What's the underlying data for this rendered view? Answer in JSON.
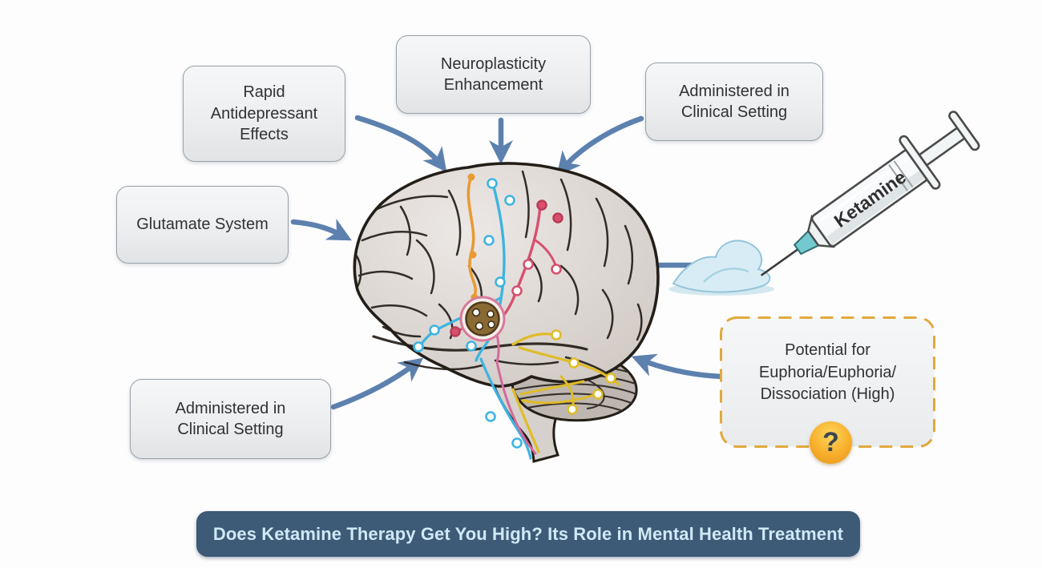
{
  "canvas": {
    "background": "#fdfdfe"
  },
  "palette": {
    "arrow": "#5d81ae",
    "box_border": "#96a0a8",
    "box_text": "#313134",
    "dashed_box_border": "#e1a93d",
    "question_badge": "#f6a821",
    "title_bar_background": "#3d5a77",
    "title_bar_text": "#cfe9f6",
    "brain_fill": "#d7d1cd",
    "brain_outline": "#241e18",
    "pathway_orange": "#e89a33",
    "pathway_cyan": "#3eb4e0",
    "pathway_red": "#d8506e",
    "pathway_yellow": "#dfbc28",
    "receptor_brown": "#8a6a33",
    "syringe_hub_teal": "#74c8cf",
    "splash_blue": "#d7ecf5"
  },
  "boxes": {
    "rapid": {
      "label": "Rapid\nAntidepressant\nEffects"
    },
    "neuroplasticity": {
      "label": "Neuroplasticity\nEnhancement"
    },
    "clinical_top": {
      "label": "Administered in\nClinical Setting"
    },
    "glutamate": {
      "label": "Glutamate System"
    },
    "clinical_bottom": {
      "label": "Administered in\nClinical Setting"
    },
    "euphoria": {
      "label": "Potential for\nEuphoria/Euphoria/\nDissociation (High)",
      "badge": "?"
    }
  },
  "syringe": {
    "label": "Ketamine"
  },
  "title_banner": {
    "text": "Does Ketamine Therapy Get You High? Its Role in Mental Health Treatment"
  }
}
